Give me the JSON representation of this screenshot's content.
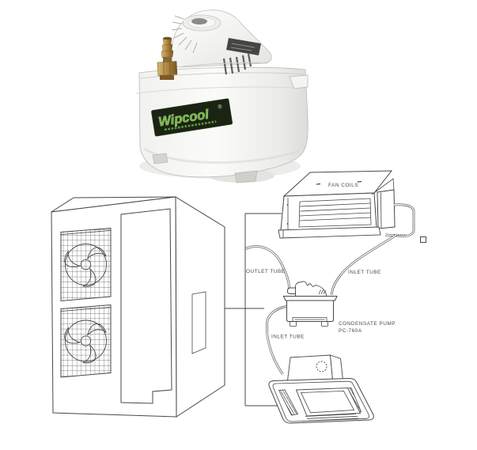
{
  "photo": {
    "brand": "Wipcool",
    "registered_mark": "®"
  },
  "diagram": {
    "fan_coils_label": "FAN COILS",
    "outlet_tube_label": "OUTLET TUBE",
    "inlet_tube_right_label": "INLET TUBE",
    "pump_label_line1": "CONDENSATE PUMP",
    "pump_label_line2": "PC-760A",
    "inlet_tube_bottom_label": "INLET TUBE"
  },
  "colors": {
    "diagram_line": "#474747",
    "diagram_text": "#4c4c4c",
    "brand_green": "#6fb63f",
    "label_plate": "#1b2413",
    "brass": "#a9813d"
  }
}
